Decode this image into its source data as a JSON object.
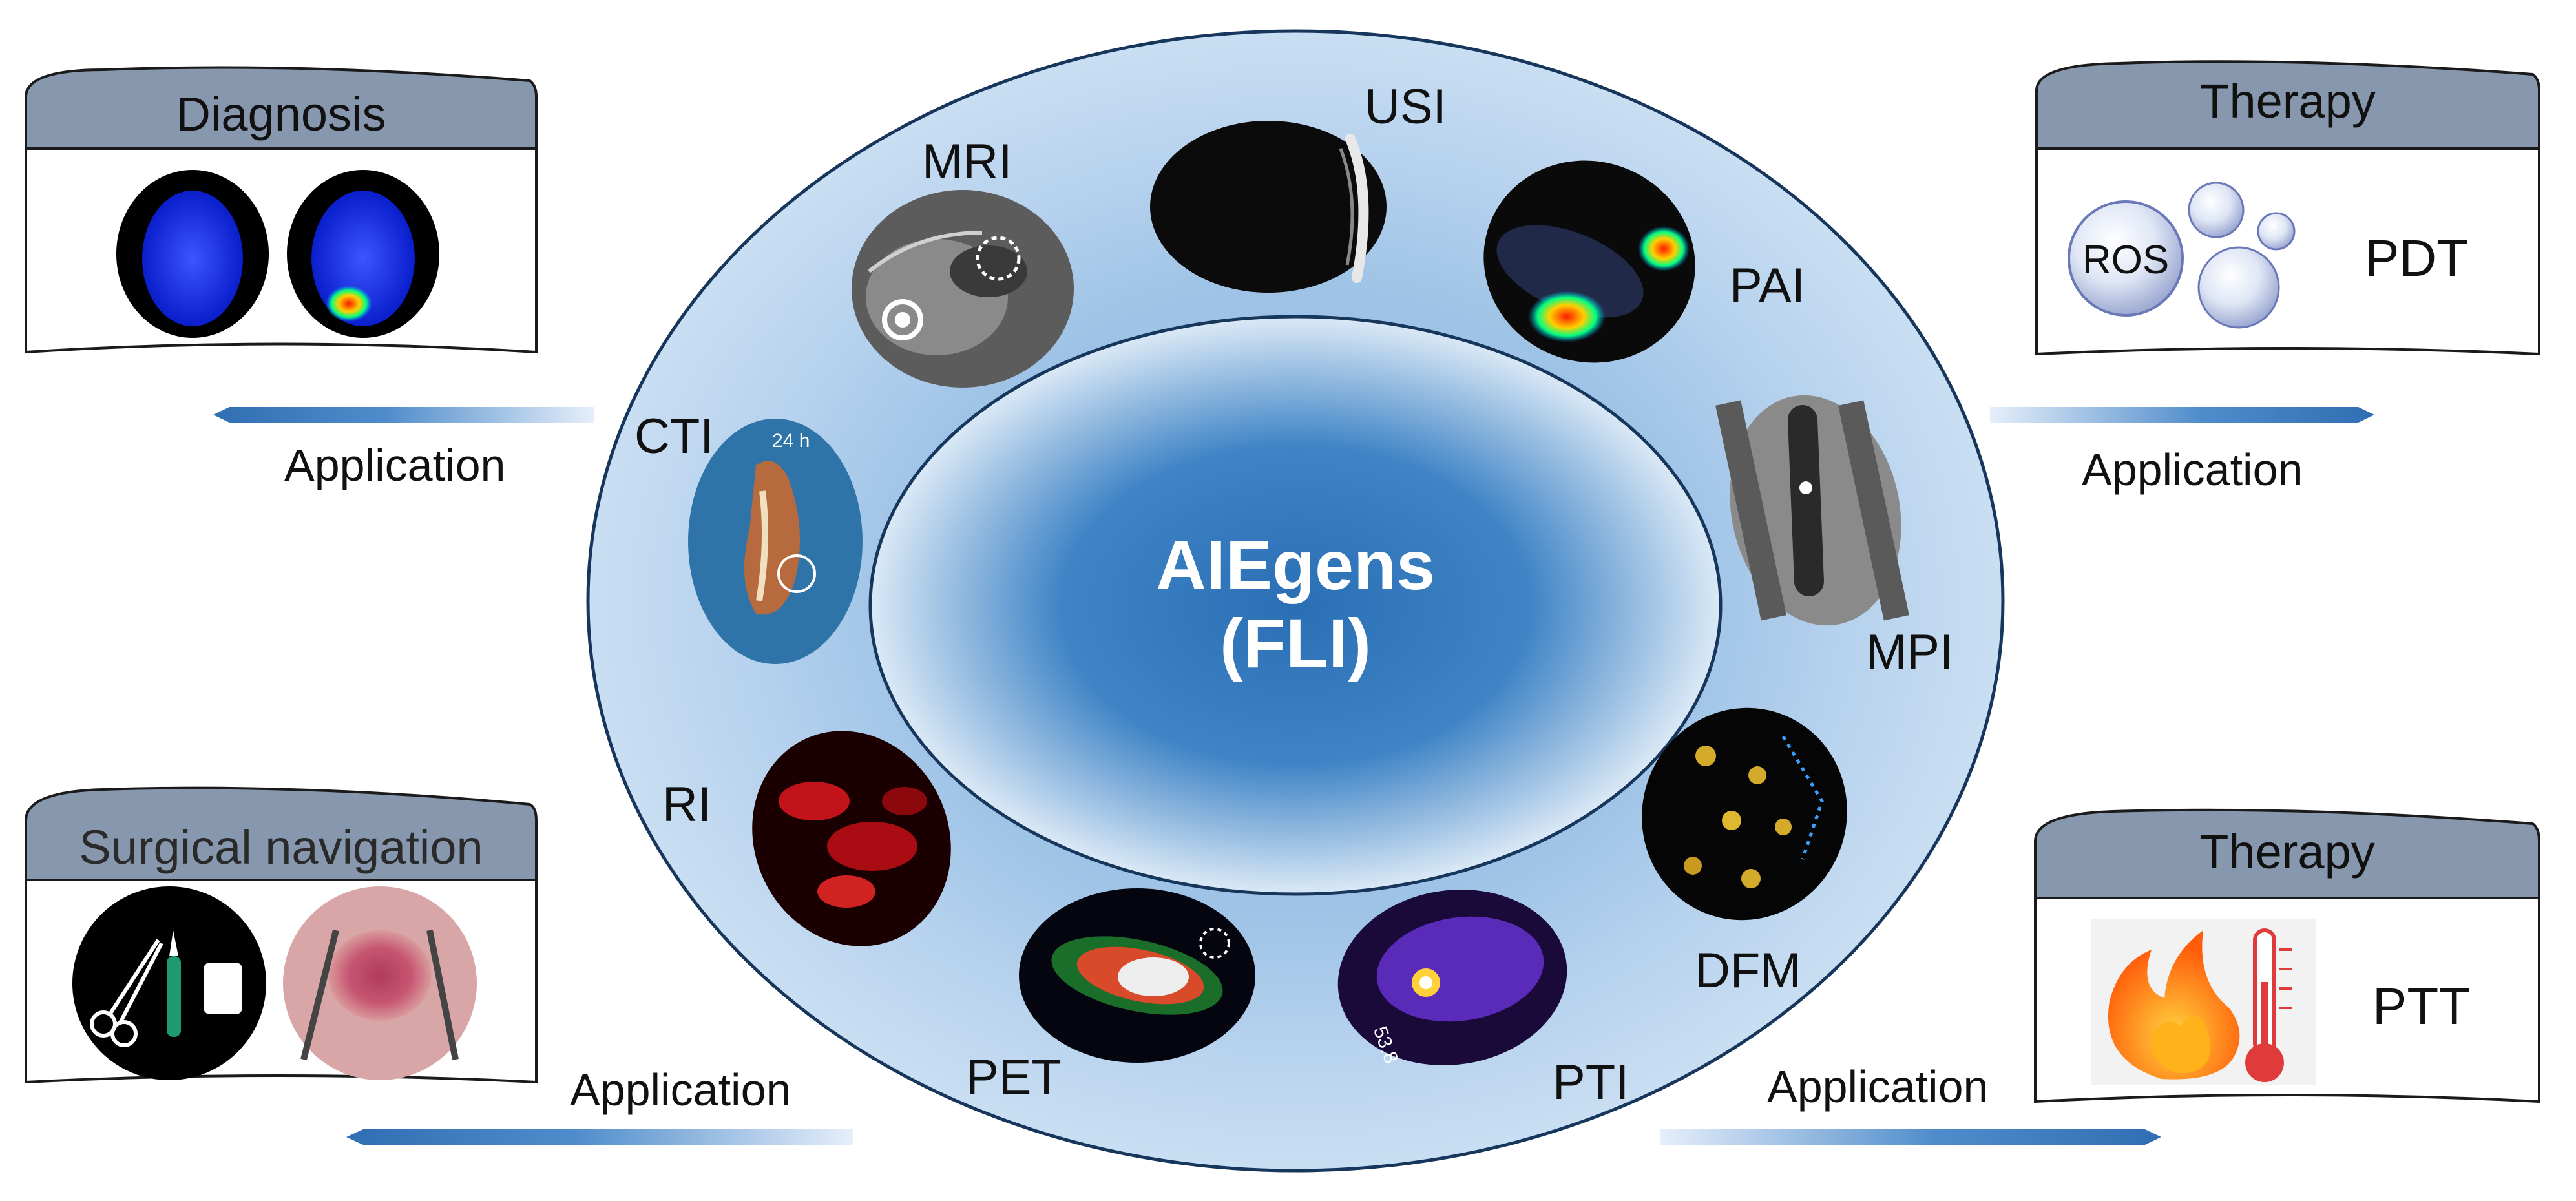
{
  "center": {
    "line1": "AIEgens",
    "line2": "(FLI)"
  },
  "modalities": {
    "usi": "USI",
    "mri": "MRI",
    "pai": "PAI",
    "cti": "CTI",
    "cti_time": "24 h",
    "mpi": "MPI",
    "ri": "RI",
    "dfm": "DFM",
    "pet": "PET",
    "pti": "PTI",
    "pti_temp": "53.8"
  },
  "panels": {
    "diagnosis": {
      "header": "Diagnosis",
      "arrow_label": "Application"
    },
    "pdt": {
      "header": "Therapy",
      "ros": "ROS",
      "label": "PDT",
      "arrow_label": "Application"
    },
    "surgical": {
      "header": "Surgical navigation",
      "arrow_label": "Application"
    },
    "ptt": {
      "header": "Therapy",
      "label": "PTT",
      "arrow_label": "Application"
    }
  },
  "colors": {
    "outer_ring": "#c2d8ee",
    "inner_core": "#2f73b7",
    "panel_header": "#8797ae",
    "arrow": "#3c74b4"
  }
}
